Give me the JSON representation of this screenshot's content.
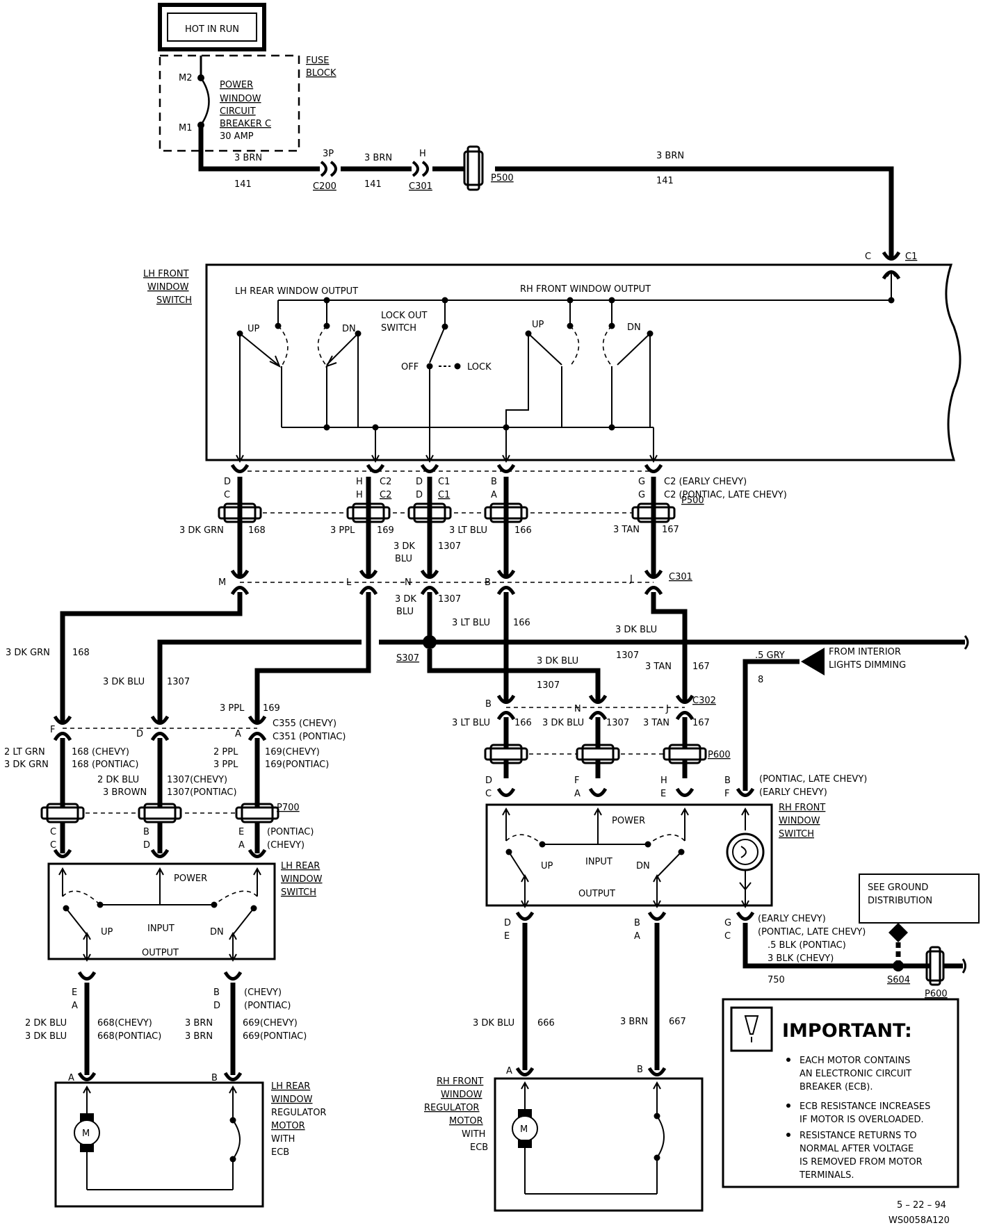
{
  "power": {
    "hot_in_run": "HOT IN RUN",
    "fuse_block": [
      "FUSE",
      "BLOCK"
    ],
    "breaker_lines": [
      "POWER",
      "WINDOW",
      "CIRCUIT",
      "BREAKER C",
      "30 AMP"
    ],
    "m2": "M2",
    "m1": "M1"
  },
  "feed": {
    "w1_color": "3 BRN",
    "w1_num": "141",
    "w2_color": "3 BRN",
    "w2_num": "141",
    "w3_color": "3 BRN",
    "w3_num": "141",
    "c200_pin": "3P",
    "c200": "C200",
    "c301_pin": "H",
    "c301": "C301",
    "p500": "P500",
    "c1_pin": "C",
    "c1": "C1"
  },
  "lh_front_switch": {
    "title": [
      "LH FRONT",
      "WINDOW",
      "SWITCH"
    ],
    "lh_rear_output": "LH REAR WINDOW OUTPUT",
    "rh_front_output": "RH FRONT WINDOW OUTPUT",
    "lockout": [
      "LOCK OUT",
      "SWITCH"
    ],
    "up": "UP",
    "dn": "DN",
    "off": "OFF",
    "lock": "LOCK"
  },
  "p500_row": {
    "pins": [
      [
        "D",
        "C"
      ],
      [
        "H",
        "H"
      ],
      [
        "D",
        "D"
      ],
      [
        "B",
        "A"
      ],
      [
        "G",
        "G"
      ]
    ],
    "c2_a": "C2",
    "c2_b": "C2",
    "c1_a": "C1",
    "c1_b": "C1",
    "c2_early": "C2 (EARLY CHEVY)",
    "c2_late": "C2 (PONTIAC, LATE CHEVY)",
    "p500": "P500"
  },
  "wires_mid": {
    "w168": "3 DK GRN",
    "n168": "168",
    "w169": "3 PPL",
    "n169": "169",
    "w1307": [
      "3 DK",
      "BLU"
    ],
    "n1307": "1307",
    "w166": "3 LT BLU",
    "n166": "166",
    "w167": "3 TAN",
    "n167": "167"
  },
  "c301_row": {
    "pins": [
      "M",
      "L",
      "N",
      "B",
      "J"
    ],
    "label": "C301"
  },
  "splice": {
    "w1307": [
      "3 DK",
      "BLU"
    ],
    "n1307": "1307",
    "w166": "3 LT BLU",
    "n166": "166",
    "dkblu": "3 DK BLU",
    "n_dkblu": "1307",
    "s307": "S307"
  },
  "lh_rear_feed": {
    "w168": "3 DK GRN",
    "n168": "168",
    "w1307": "3 DK BLU",
    "n1307": "1307",
    "w169": "3 PPL",
    "n169": "169",
    "pins": [
      "F",
      "D",
      "A"
    ],
    "c355": "C355 (CHEVY)",
    "c351": "C351 (PONTIAC)",
    "lines_left": [
      "2  LT GRN",
      "3  DK  GRN"
    ],
    "lines_left_num": [
      "168  (CHEVY)",
      "168  (PONTIAC)"
    ],
    "lines_mid": [
      "2  DK  BLU",
      "3  BROWN"
    ],
    "lines_mid_num": [
      "1307(CHEVY)",
      "1307(PONTIAC)"
    ],
    "lines_right": [
      "2   PPL",
      "3   PPL"
    ],
    "lines_right_num": [
      "169(CHEVY)",
      "169(PONTIAC)"
    ],
    "p700": "P700",
    "p700_pins": [
      [
        "C",
        "C"
      ],
      [
        "B",
        "D"
      ],
      [
        "E",
        "A"
      ]
    ],
    "pontiac": "(PONTIAC)",
    "chevy": "(CHEVY)"
  },
  "lh_rear_switch": {
    "title": [
      "LH REAR",
      "WINDOW",
      "SWITCH"
    ],
    "power": "POWER",
    "input": "INPUT",
    "up": "UP",
    "dn": "DN",
    "output": "OUTPUT"
  },
  "lh_rear_motor_feed": {
    "pins_a": [
      "E",
      "A"
    ],
    "pins_b": [
      "B",
      "D"
    ],
    "chevy": "(CHEVY)",
    "pontiac": "(PONTIAC)",
    "left": [
      "2  DK  BLU",
      "3  DK  BLU"
    ],
    "left_num": [
      "668(CHEVY)",
      "668(PONTIAC)"
    ],
    "right": [
      "3   BRN",
      "3   BRN"
    ],
    "right_num": [
      "669(CHEVY)",
      "669(PONTIAC)"
    ],
    "pin_a": "A",
    "pin_b": "B"
  },
  "lh_rear_motor": {
    "title": [
      "LH REAR",
      "WINDOW",
      "REGULATOR",
      "MOTOR",
      "WITH",
      "ECB"
    ],
    "m": "M"
  },
  "rh_feed": {
    "dkblu": "3 DK BLU",
    "n1307": "1307",
    "tan": "3 TAN",
    "n167": "167",
    "gry": ".5 GRY",
    "n8": "8",
    "from_interior": [
      "FROM INTERIOR",
      "LIGHTS DIMMING"
    ],
    "c302": "C302",
    "c302_pins": [
      "B",
      "N",
      "J"
    ],
    "w166": "3 LT BLU",
    "n166": "166",
    "w1307": "3 DK BLU",
    "n1307b": "1307",
    "w167": "3 TAN",
    "n167b": "167",
    "p600": "P600",
    "p600_pins": [
      [
        "D",
        "C"
      ],
      [
        "F",
        "A"
      ],
      [
        "H",
        "E"
      ],
      [
        "B",
        "F"
      ]
    ],
    "pontiac_late": "(PONTIAC, LATE CHEVY)",
    "early": "(EARLY CHEVY)"
  },
  "rh_front_switch": {
    "title": [
      "RH FRONT",
      "WINDOW",
      "SWITCH"
    ],
    "power": "POWER",
    "input": "INPUT",
    "up": "UP",
    "dn": "DN",
    "output": "OUTPUT"
  },
  "rh_ground": {
    "pins_d": [
      "D",
      "E"
    ],
    "pins_b": [
      "B",
      "A"
    ],
    "pins_g": [
      "G",
      "C"
    ],
    "early": "(EARLY CHEVY)",
    "pontiac_late": "(PONTIAC, LATE CHEVY)",
    "blk_p": ".5  BLK  (PONTIAC)",
    "blk_c": "3  BLK  (CHEVY)",
    "n750": "750",
    "s604": "S604",
    "p600": "P600",
    "see_ground": [
      "SEE GROUND",
      "DISTRIBUTION"
    ]
  },
  "rh_motor_feed": {
    "w666": "3 DK BLU",
    "n666": "666",
    "w667": "3 BRN",
    "n667": "667",
    "pin_a": "A",
    "pin_b": "B"
  },
  "rh_motor": {
    "title": [
      "RH FRONT",
      "WINDOW",
      "REGULATOR",
      "MOTOR",
      "WITH",
      "ECB"
    ],
    "m": "M"
  },
  "important": {
    "title": "IMPORTANT:",
    "b1": [
      "EACH MOTOR CONTAINS",
      "AN ELECTRONIC CIRCUIT",
      "BREAKER (ECB)."
    ],
    "b2": [
      "ECB RESISTANCE INCREASES",
      "IF MOTOR IS OVERLOADED."
    ],
    "b3": [
      "RESISTANCE RETURNS TO",
      "NORMAL AFTER VOLTAGE",
      "IS REMOVED FROM MOTOR",
      "TERMINALS."
    ]
  },
  "footer": {
    "date": "5 – 22 – 94",
    "code": "WS0058A120"
  }
}
